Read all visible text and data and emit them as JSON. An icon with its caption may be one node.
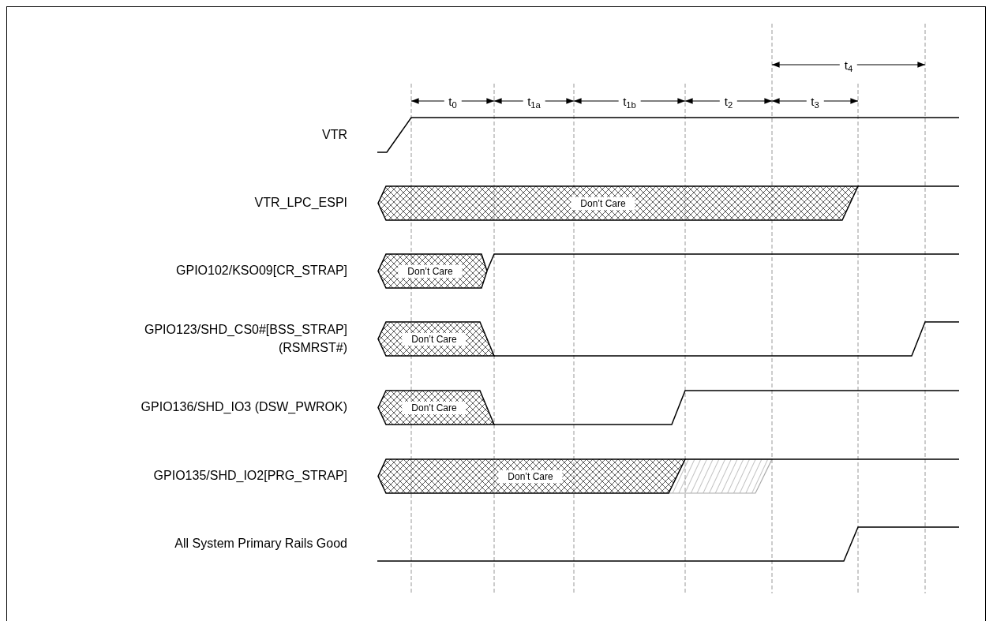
{
  "diagram": {
    "nodes": [
      {
        "text": [
          "Don’t Care"
        ]
      },
      {
        "text": [
          "Don’t Care"
        ]
      },
      {
        "text": [
          "Don’t Care"
        ]
      },
      {
        "text": [
          "Don’t Care"
        ]
      },
      {
        "text": [
          "Don’t Care"
        ]
      }
    ],
    "labels": [
      "t$_{4}$",
      "t$_{0}$",
      "t$_{1a}$",
      "t$_{1b}$",
      "t$_{2}$",
      "t$_{3}$",
      "VTR",
      "VTR_LPC_ESPI",
      "GPIO102/KSO09[CR_STRAP]",
      "GPIO123/SHD_CS0#[BSS_STRAP]",
      "(RSMRST#)",
      "GPIO136/SHD_IO3 (DSW_PWROK)",
      "GPIO135/SHD_IO2[PRG_STRAP]",
      "All System Primary Rails Good"
    ]
  }
}
